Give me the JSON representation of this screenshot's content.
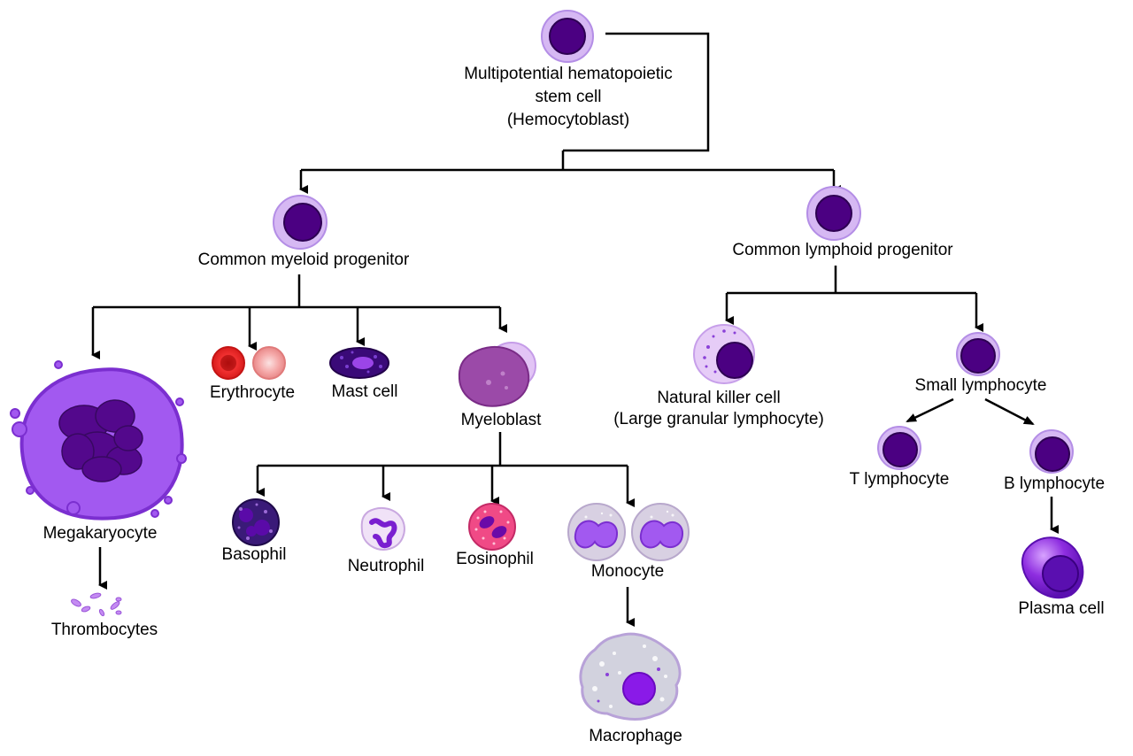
{
  "stem": {
    "line1": "Multipotential hematopoietic",
    "line2": "stem cell",
    "line3": "(Hemocytoblast)"
  },
  "myeloid": {
    "title": "Common myeloid progenitor",
    "megakaryocyte": "Megakaryocyte",
    "thrombocytes": "Thrombocytes",
    "erythrocyte": "Erythrocyte",
    "mast_cell": "Mast cell",
    "myeloblast": "Myeloblast",
    "basophil": "Basophil",
    "neutrophil": "Neutrophil",
    "eosinophil": "Eosinophil",
    "monocyte": "Monocyte",
    "macrophage": "Macrophage"
  },
  "lymphoid": {
    "title": "Common lymphoid progenitor",
    "nk_line1": "Natural killer cell",
    "nk_line2": "(Large granular lymphocyte)",
    "small_lymphocyte": "Small lymphocyte",
    "t_lymphocyte": "T lymphocyte",
    "b_lymphocyte": "B lymphocyte",
    "plasma_cell": "Plasma cell"
  },
  "colors": {
    "nucleus": "#4b0082",
    "membrane": "#c9a6ec",
    "megakaryocyte": "#a259f0",
    "erythrocyte": "#e8282b",
    "arrow": "#000000"
  }
}
